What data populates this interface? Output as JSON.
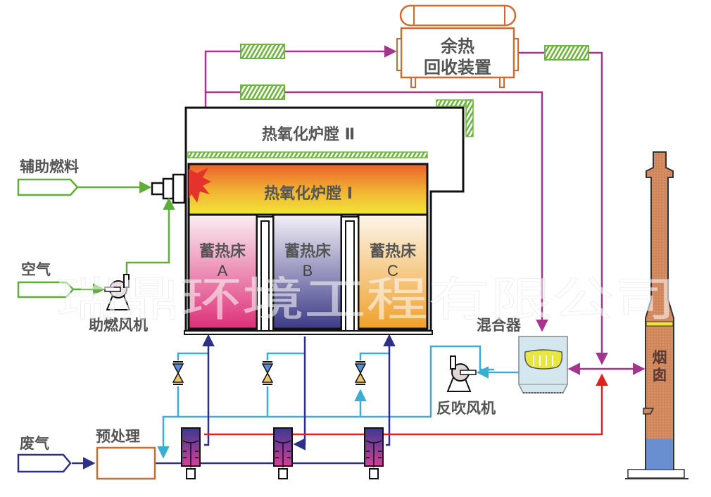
{
  "diagram": {
    "title": "RTO蓄热式热氧化炉工艺流程",
    "labels": {
      "waste_heat_recovery_line1": "余热",
      "waste_heat_recovery_line2": "回收装置",
      "chamber_2": "热氧化炉膛 Ⅱ",
      "chamber_1": "热氧化炉膛 Ⅰ",
      "aux_fuel": "辅助燃料",
      "air": "空气",
      "combustion_fan": "助燃风机",
      "bed_a_title": "蓄热床",
      "bed_a_letter": "A",
      "bed_b_title": "蓄热床",
      "bed_b_letter": "B",
      "bed_c_title": "蓄热床",
      "bed_c_letter": "C",
      "mixer": "混合器",
      "blowback_fan": "反吹风机",
      "chimney_line1": "烟",
      "chimney_line2": "囱",
      "waste_gas": "废气",
      "pretreatment": "预处理"
    },
    "watermark": "瑞鼎环境工程有限公司",
    "colors": {
      "flue_line": "#a3358f",
      "fuel_air_line": "#5fae3a",
      "waste_gas_line": "#2e2f87",
      "purge_line": "#3aaed0",
      "hot_bypass_line": "#e0221e",
      "equipment_outline": "#d06a30",
      "label_text": "#555555",
      "bed_a": "#e0317a",
      "bed_b": "#433f8a",
      "bed_c": "#f0a030",
      "chimney": "#d0855a"
    }
  }
}
